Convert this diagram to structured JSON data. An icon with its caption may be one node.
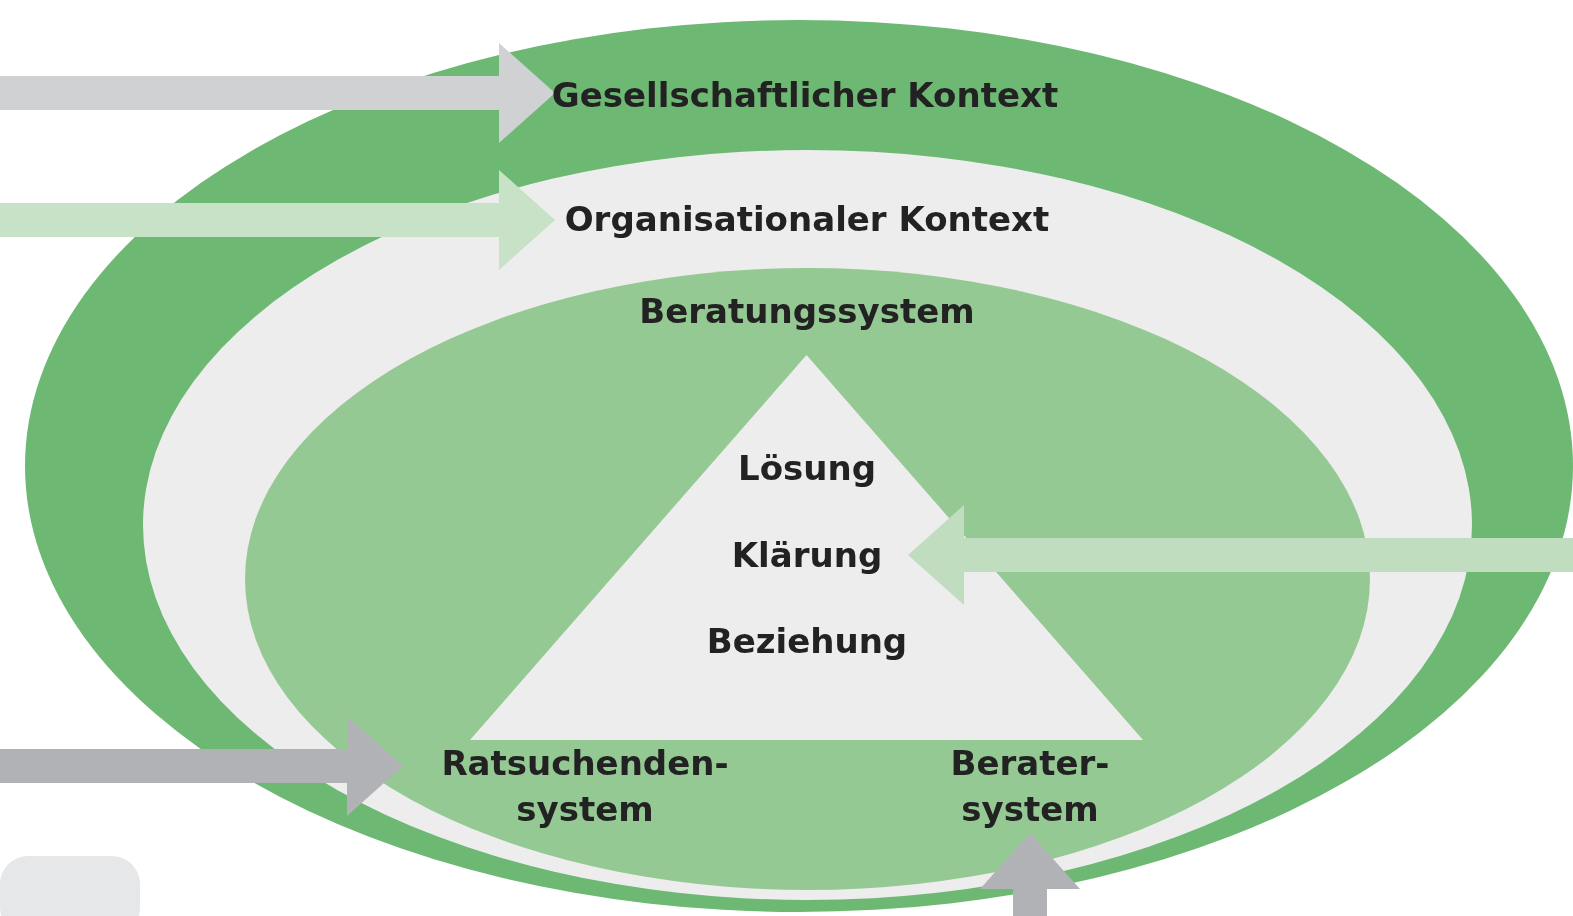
{
  "diagram": {
    "nodes": [
      {
        "text": [
          "Gesellschaftlicher Kontext"
        ]
      },
      {
        "text": [
          "Organisationaler Kontext"
        ],
        "in": 0
      },
      {
        "text": [
          "Beratungssystem"
        ],
        "in": 1
      },
      {
        "text": [
          "Lösung",
          "Klärung",
          "Beziehung"
        ],
        "in": 2
      },
      {
        "text": [
          "Ratsuchenden- system"
        ],
        "in": 2
      },
      {
        "text": [
          "Berater- system"
        ],
        "in": 2
      }
    ],
    "edges": [
      {
        "from": null,
        "to": 0,
        "arrow": "to",
        "color": "#d0d1d3"
      },
      {
        "from": null,
        "to": 1,
        "arrow": "to",
        "color": "#c8e2c8"
      },
      {
        "from": null,
        "to": 4,
        "arrow": "to",
        "color": "#b1b2b5"
      },
      {
        "from": null,
        "to": 3,
        "arrow": "to",
        "color": "#c0ddbf"
      },
      {
        "from": null,
        "to": 5,
        "arrow": "to",
        "color": "#b1b2b5"
      }
    ]
  }
}
